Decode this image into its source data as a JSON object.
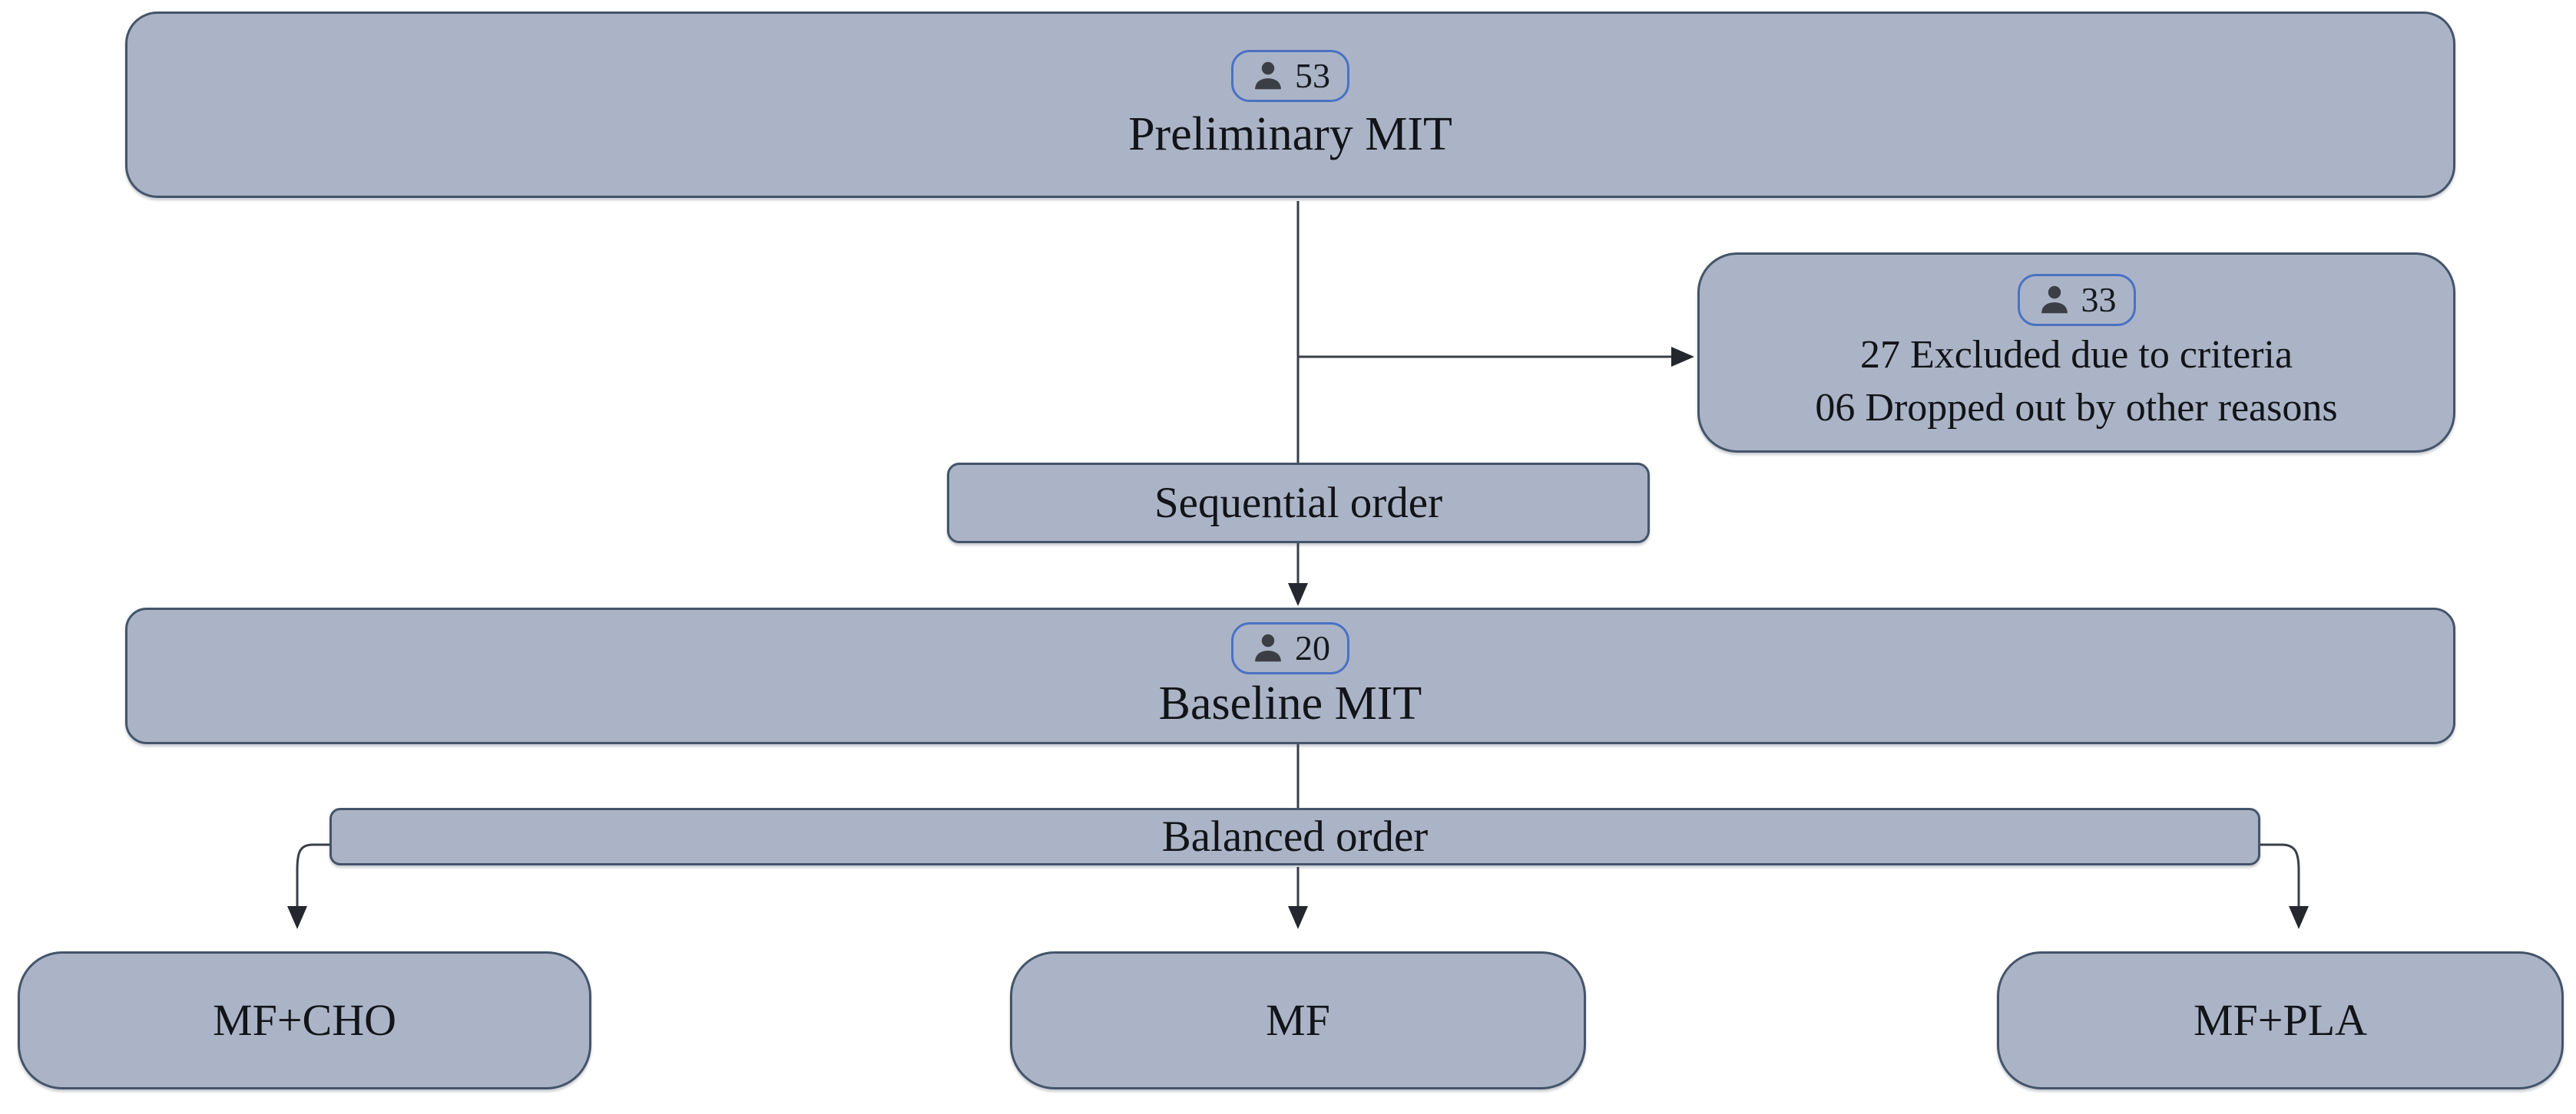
{
  "colors": {
    "background": "#ffffff",
    "box_fill": "#abb4c6",
    "box_border": "#44546a",
    "badge_border": "#4a72c4",
    "person_icon": "#3b3f45",
    "text": "#111418",
    "arrow": "#3a3f47"
  },
  "nodes": {
    "preliminary": {
      "count": "53",
      "label": "Preliminary MIT"
    },
    "excluded": {
      "count": "33",
      "line1": "27 Excluded due to criteria",
      "line2": "06 Dropped out by other reasons"
    },
    "sequential": {
      "label": "Sequential order"
    },
    "baseline": {
      "count": "20",
      "label": "Baseline MIT"
    },
    "balanced": {
      "label": "Balanced order"
    },
    "mf_cho": {
      "label": "MF+CHO"
    },
    "mf": {
      "label": "MF"
    },
    "mf_pla": {
      "label": "MF+PLA"
    }
  }
}
